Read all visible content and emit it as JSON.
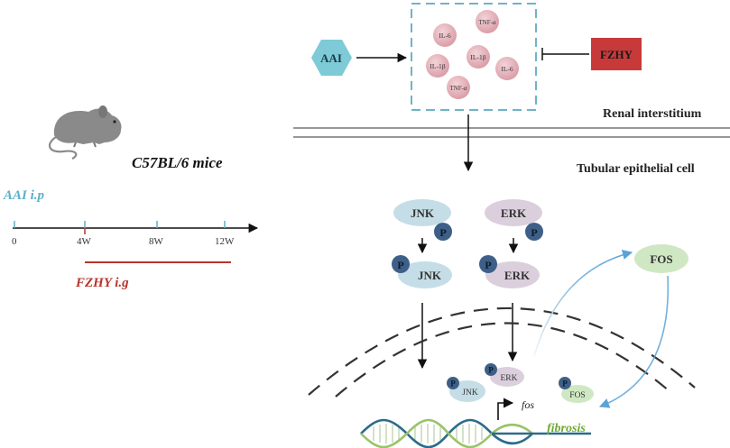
{
  "left_panel": {
    "model_label": "C57BL/6 mice",
    "aai_label": "AAI i.p",
    "fzhy_label": "FZHY i.g",
    "timeline_ticks": [
      "0",
      "4W",
      "8W",
      "12W"
    ]
  },
  "top": {
    "aai_label": "AAI",
    "fzhy_label": "FZHY",
    "cytokines": [
      "IL-6",
      "TNF-α",
      "IL-1β",
      "IL-1β",
      "IL-6",
      "TNF-α"
    ]
  },
  "regions": {
    "interstitium": "Renal interstitium",
    "tubular": "Tubular epithelial cell"
  },
  "pathway": {
    "jnk": "JNK",
    "erk": "ERK",
    "p": "P",
    "fos_protein": "FOS",
    "fos_gene": "fos",
    "outcome": "fibrosis"
  },
  "colors": {
    "aai_hex": "#7ecad6",
    "fzhy_box": "#c83a3a",
    "cytokine": "#e8b4bc",
    "jnk": "#c5dde6",
    "erk": "#dccfdd",
    "phospho": "#3e5f87",
    "fos": "#cfe8c3",
    "aai_text": "#5ab0c8",
    "fzhy_text": "#b8342c",
    "fibrosis_text": "#6fa832",
    "dna_a": "#2d6b8a",
    "dna_b": "#9ac36a"
  }
}
